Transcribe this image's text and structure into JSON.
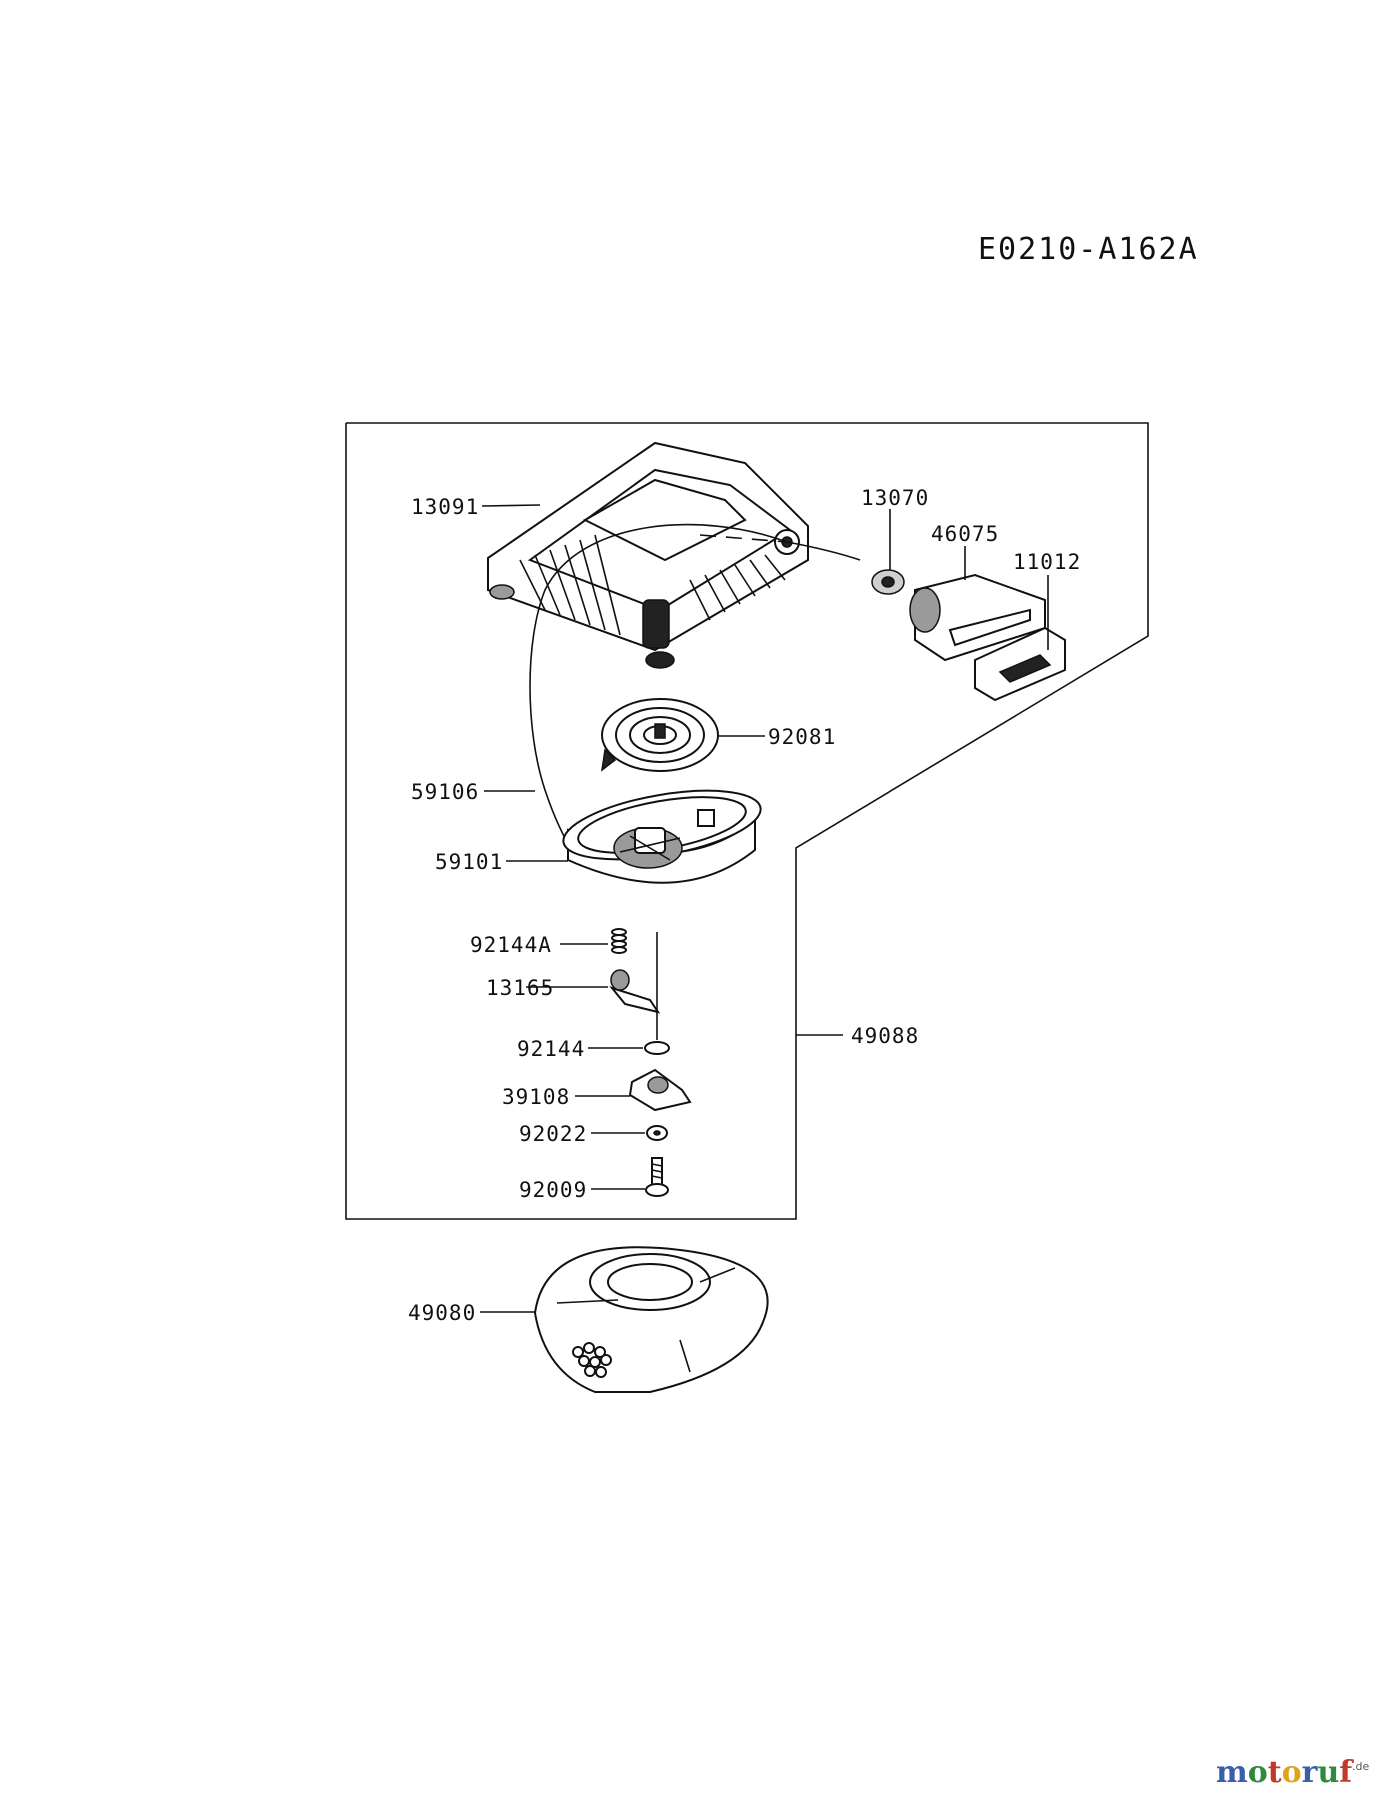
{
  "diagram_code": "E0210-A162A",
  "parts": [
    {
      "id": "p13091",
      "number": "13091"
    },
    {
      "id": "p13070",
      "number": "13070"
    },
    {
      "id": "p46075",
      "number": "46075"
    },
    {
      "id": "p11012",
      "number": "11012"
    },
    {
      "id": "p92081",
      "number": "92081"
    },
    {
      "id": "p59106",
      "number": "59106"
    },
    {
      "id": "p59101",
      "number": "59101"
    },
    {
      "id": "p92144A",
      "number": "92144A"
    },
    {
      "id": "p13165",
      "number": "13165"
    },
    {
      "id": "p92144",
      "number": "92144"
    },
    {
      "id": "p49088",
      "number": "49088"
    },
    {
      "id": "p39108",
      "number": "39108"
    },
    {
      "id": "p92022",
      "number": "92022"
    },
    {
      "id": "p92009",
      "number": "92009"
    },
    {
      "id": "p49080",
      "number": "49080"
    }
  ],
  "watermark": {
    "letters": [
      "m",
      "o",
      "t",
      "o",
      "r",
      "u",
      "f"
    ],
    "letter_colors": [
      "#3a5fa8",
      "#2e8b3e",
      "#c0392b",
      "#e0a21b",
      "#3a5fa8",
      "#2e8b3e",
      "#c0392b"
    ],
    "suffix": ".de"
  }
}
